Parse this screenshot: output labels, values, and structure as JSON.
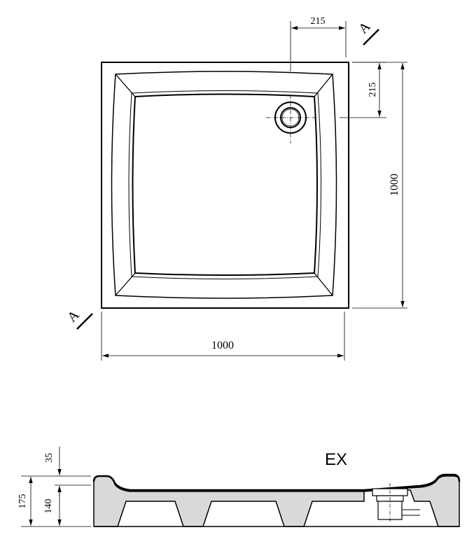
{
  "plan_view": {
    "dimension_top": "215",
    "dimension_right_upper": "215",
    "dimension_height": "1000",
    "dimension_width": "1000",
    "section_mark_top": "A",
    "section_mark_bottom": "A"
  },
  "section_view": {
    "label": "EX",
    "dimension_rim": "35",
    "dimension_base": "140",
    "dimension_total": "175"
  },
  "colors": {
    "line": "#000000",
    "body_fill": "#d9d9d9",
    "background": "#ffffff"
  }
}
